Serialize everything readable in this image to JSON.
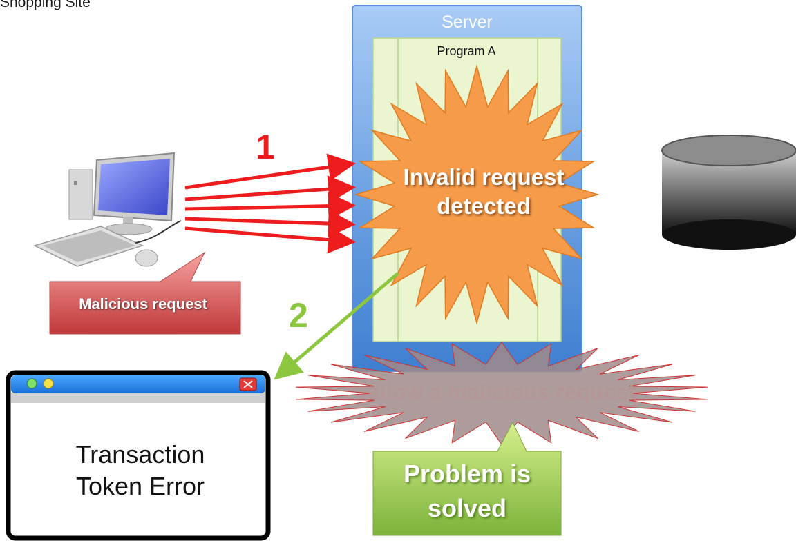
{
  "site": {
    "title": "Shopping Site"
  },
  "server": {
    "label": "Server",
    "program_label": "Program A"
  },
  "burst": {
    "line1": "Invalid request",
    "line2": "detected"
  },
  "steps": {
    "one": "1",
    "two": "2"
  },
  "client": {
    "callout": "Malicious request"
  },
  "blocked": {
    "text": "allow a malicious request"
  },
  "solution": {
    "line1": "Problem is",
    "line2": "solved"
  },
  "error_window": {
    "line1": "Transaction",
    "line2": "Token Error"
  },
  "colors": {
    "server_blue": "#5b9bd5",
    "program_green": "#ebf5d0",
    "burst_orange": "#f59b4a",
    "arrow_red": "#ee1c1c",
    "arrow_green": "#8cc63f",
    "callout_red": "#d9534f",
    "callout_green": "#92c94a",
    "gray_burst": "#a08a8a"
  }
}
